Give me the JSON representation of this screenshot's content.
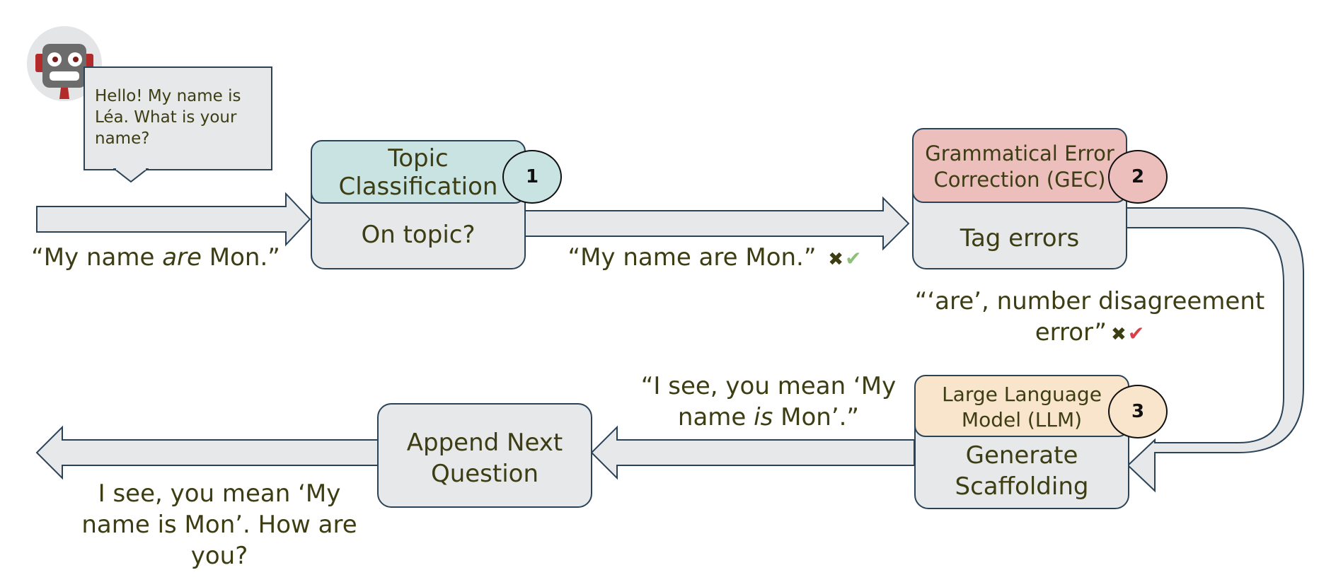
{
  "colors": {
    "stroke": "#2b4358",
    "box_fill": "#e7e8ea",
    "topic_header": "#c9e3e3",
    "gec_header": "#ecbfbd",
    "llm_header": "#f8e5cc",
    "text": "#3d3d14",
    "check_green": "#8dc07a",
    "check_red": "#d9414a",
    "cross": "#3d3d14"
  },
  "robot": {
    "icon": "robot-avatar"
  },
  "speech_bubble": {
    "text": [
      "Hello! My name is",
      "Léa. What is your",
      "name?"
    ]
  },
  "input": {
    "before": "“My name ",
    "emph": "are",
    "after": " Mon.”"
  },
  "step1": {
    "title_lines": [
      "Topic",
      "Classification"
    ],
    "body": "On topic?",
    "number": "1"
  },
  "step1_output": {
    "text": "“My name are Mon.”",
    "cross": "✖",
    "check": "✔"
  },
  "step2": {
    "title_lines": [
      "Grammatical Error",
      "Correction (GEC)"
    ],
    "body": "Tag errors",
    "number": "2"
  },
  "step2_output": {
    "line1": "“‘are’, number disagreement",
    "line2": "error”",
    "cross": "✖",
    "check": "✔"
  },
  "step3": {
    "title_lines": [
      "Large Language",
      "Model (LLM)"
    ],
    "body_lines": [
      "Generate",
      "Scaffolding"
    ],
    "number": "3"
  },
  "step3_output": {
    "line1": "“I see, you mean ‘My",
    "line2_before": "name ",
    "line2_emph": "is",
    "line2_after": " Mon’.”"
  },
  "step4": {
    "body_lines": [
      "Append Next",
      "Question"
    ]
  },
  "final_output": {
    "lines": [
      "I see, you mean ‘My",
      "name is Mon’. How are",
      "you?"
    ]
  }
}
